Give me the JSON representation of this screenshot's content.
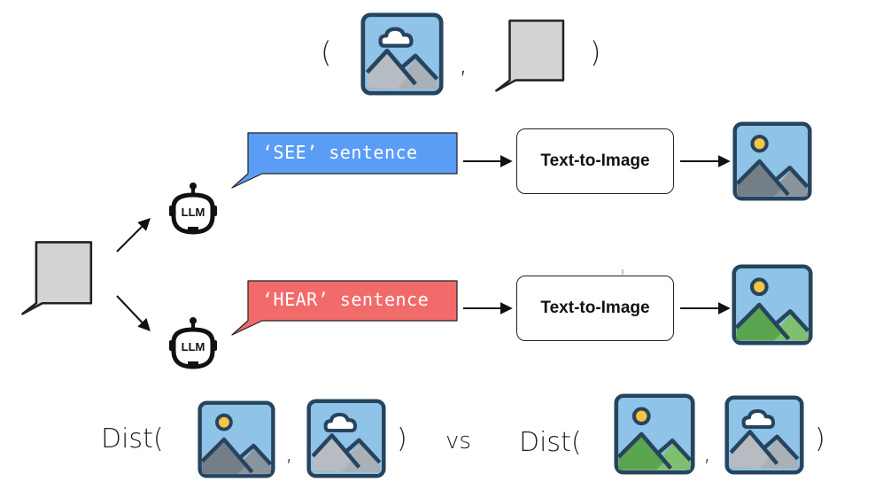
{
  "top_tuple": {
    "open_paren": "(",
    "comma": ",",
    "close_paren": ")",
    "image_icon": "image-cloud-icon",
    "text_icon": "speech-bubble-icon"
  },
  "see_branch": {
    "sentence": "‘SEE’ sentence",
    "bubble_color": "#5b9cf5",
    "llm_label": "LLM",
    "model_label": "Text-to-Image",
    "output_icon": "image-sun-gray-icon"
  },
  "hear_branch": {
    "sentence": "‘HEAR’ sentence",
    "bubble_color": "#f26b6b",
    "llm_label": "LLM",
    "model_label": "Text-to-Image",
    "output_icon": "image-sun-green-icon"
  },
  "comparison": {
    "left_dist": "Dist(",
    "right_dist": "Dist(",
    "comma": ",",
    "close_paren": ")",
    "vs": "vs"
  },
  "colors": {
    "sky": "#8fc3e8",
    "frame": "#27445e",
    "mountain_gray": "#7b858d",
    "mountain_gray_light": "#9aa3aa",
    "mountain_green": "#5aa550",
    "mountain_green_light": "#7fc070",
    "sun": "#f4c542",
    "bubble_gray": "#d3d3d3"
  }
}
